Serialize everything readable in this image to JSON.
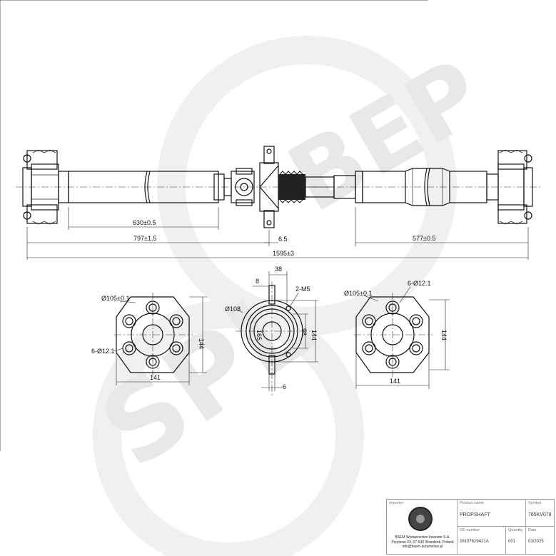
{
  "dimensions": {
    "tube_length": "630±0.5",
    "front_section": "797±1.5",
    "center_offset": "6.5",
    "rear_section": "577±0.5",
    "overall_length": "1595±3"
  },
  "left_flange": {
    "bolt_circle": "Ø105±0.1",
    "holes": "6-Ø12.1",
    "height": "144",
    "width": "141"
  },
  "center_bearing": {
    "top_width": "38",
    "tab_width": "8",
    "thread": "2-M5",
    "diameter": "Ø108",
    "inner_height": "165",
    "bore": "98",
    "height": "144",
    "bottom_width": "6"
  },
  "right_flange": {
    "bolt_circle": "Ø105±0.1",
    "holes": "6-Ø12.1",
    "height": "144",
    "width": "141"
  },
  "title_block": {
    "importer_label": "Importer",
    "product_label": "Product name",
    "product_value": "PROPSHAFT",
    "symbol_label": "Symbol",
    "symbol_value": "765KV078",
    "oe_label": "OE number",
    "oe_value": "26107629421A",
    "qty_label": "Quantity",
    "qty_value": "001",
    "date_label": "Date",
    "date_value": "03/2025",
    "company_text": "BSEM Wydawnictwo Inwestor S.A. Przylesie 23, 07-530 Wsiedzek, Poland info@bsem-automotive.pl"
  },
  "colors": {
    "line": "#111111",
    "watermark": "#e6e6e6"
  }
}
